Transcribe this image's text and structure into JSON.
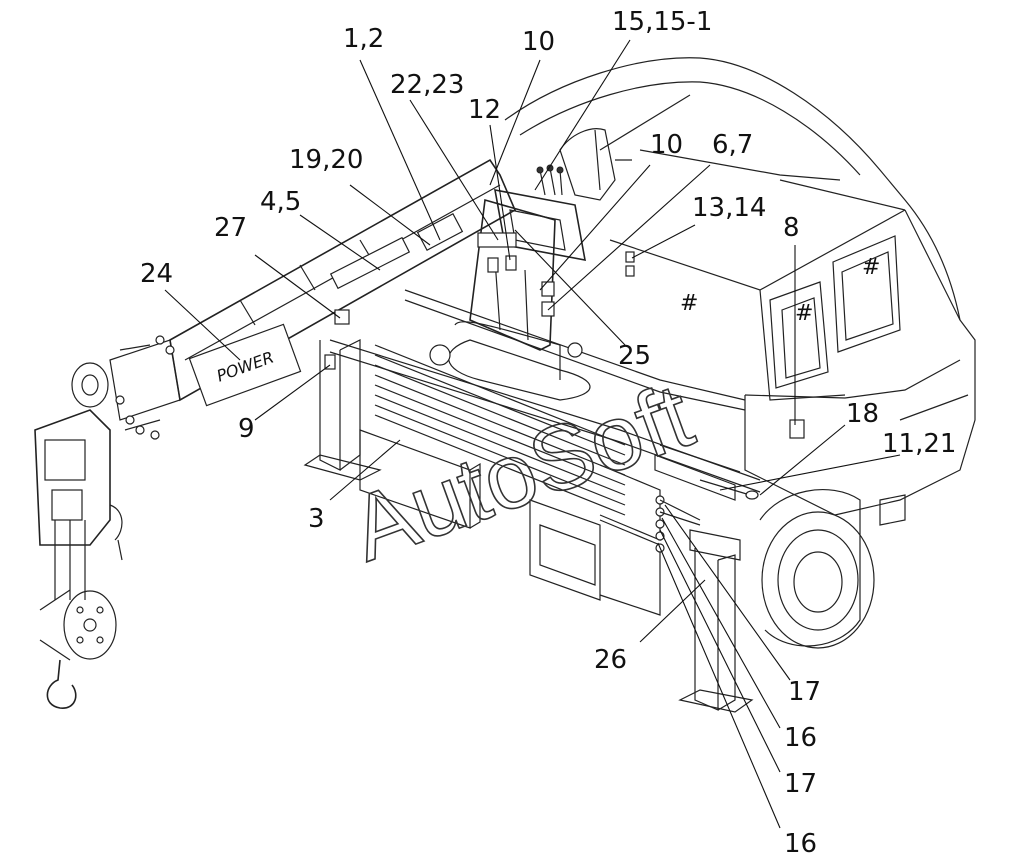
{
  "watermark": "AutoSoft",
  "callouts": [
    {
      "id": "c-1-2",
      "text": "1,2"
    },
    {
      "id": "c-22-23",
      "text": "22,23"
    },
    {
      "id": "c-10-top",
      "text": "10"
    },
    {
      "id": "c-15",
      "text": "15,15-1"
    },
    {
      "id": "c-12",
      "text": "12"
    },
    {
      "id": "c-19-20",
      "text": "19,20"
    },
    {
      "id": "c-10-mid",
      "text": "10"
    },
    {
      "id": "c-6-7",
      "text": "6,7"
    },
    {
      "id": "c-4-5",
      "text": "4,5"
    },
    {
      "id": "c-27",
      "text": "27"
    },
    {
      "id": "c-13-14",
      "text": "13,14"
    },
    {
      "id": "c-8",
      "text": "8"
    },
    {
      "id": "c-24",
      "text": "24"
    },
    {
      "id": "c-25",
      "text": "25"
    },
    {
      "id": "c-9",
      "text": "9"
    },
    {
      "id": "c-18",
      "text": "18"
    },
    {
      "id": "c-11-21",
      "text": "11,21"
    },
    {
      "id": "c-3",
      "text": "3"
    },
    {
      "id": "c-26",
      "text": "26"
    },
    {
      "id": "c-17-a",
      "text": "17"
    },
    {
      "id": "c-16-a",
      "text": "16"
    },
    {
      "id": "c-17-b",
      "text": "17"
    },
    {
      "id": "c-16-b",
      "text": "16"
    }
  ]
}
